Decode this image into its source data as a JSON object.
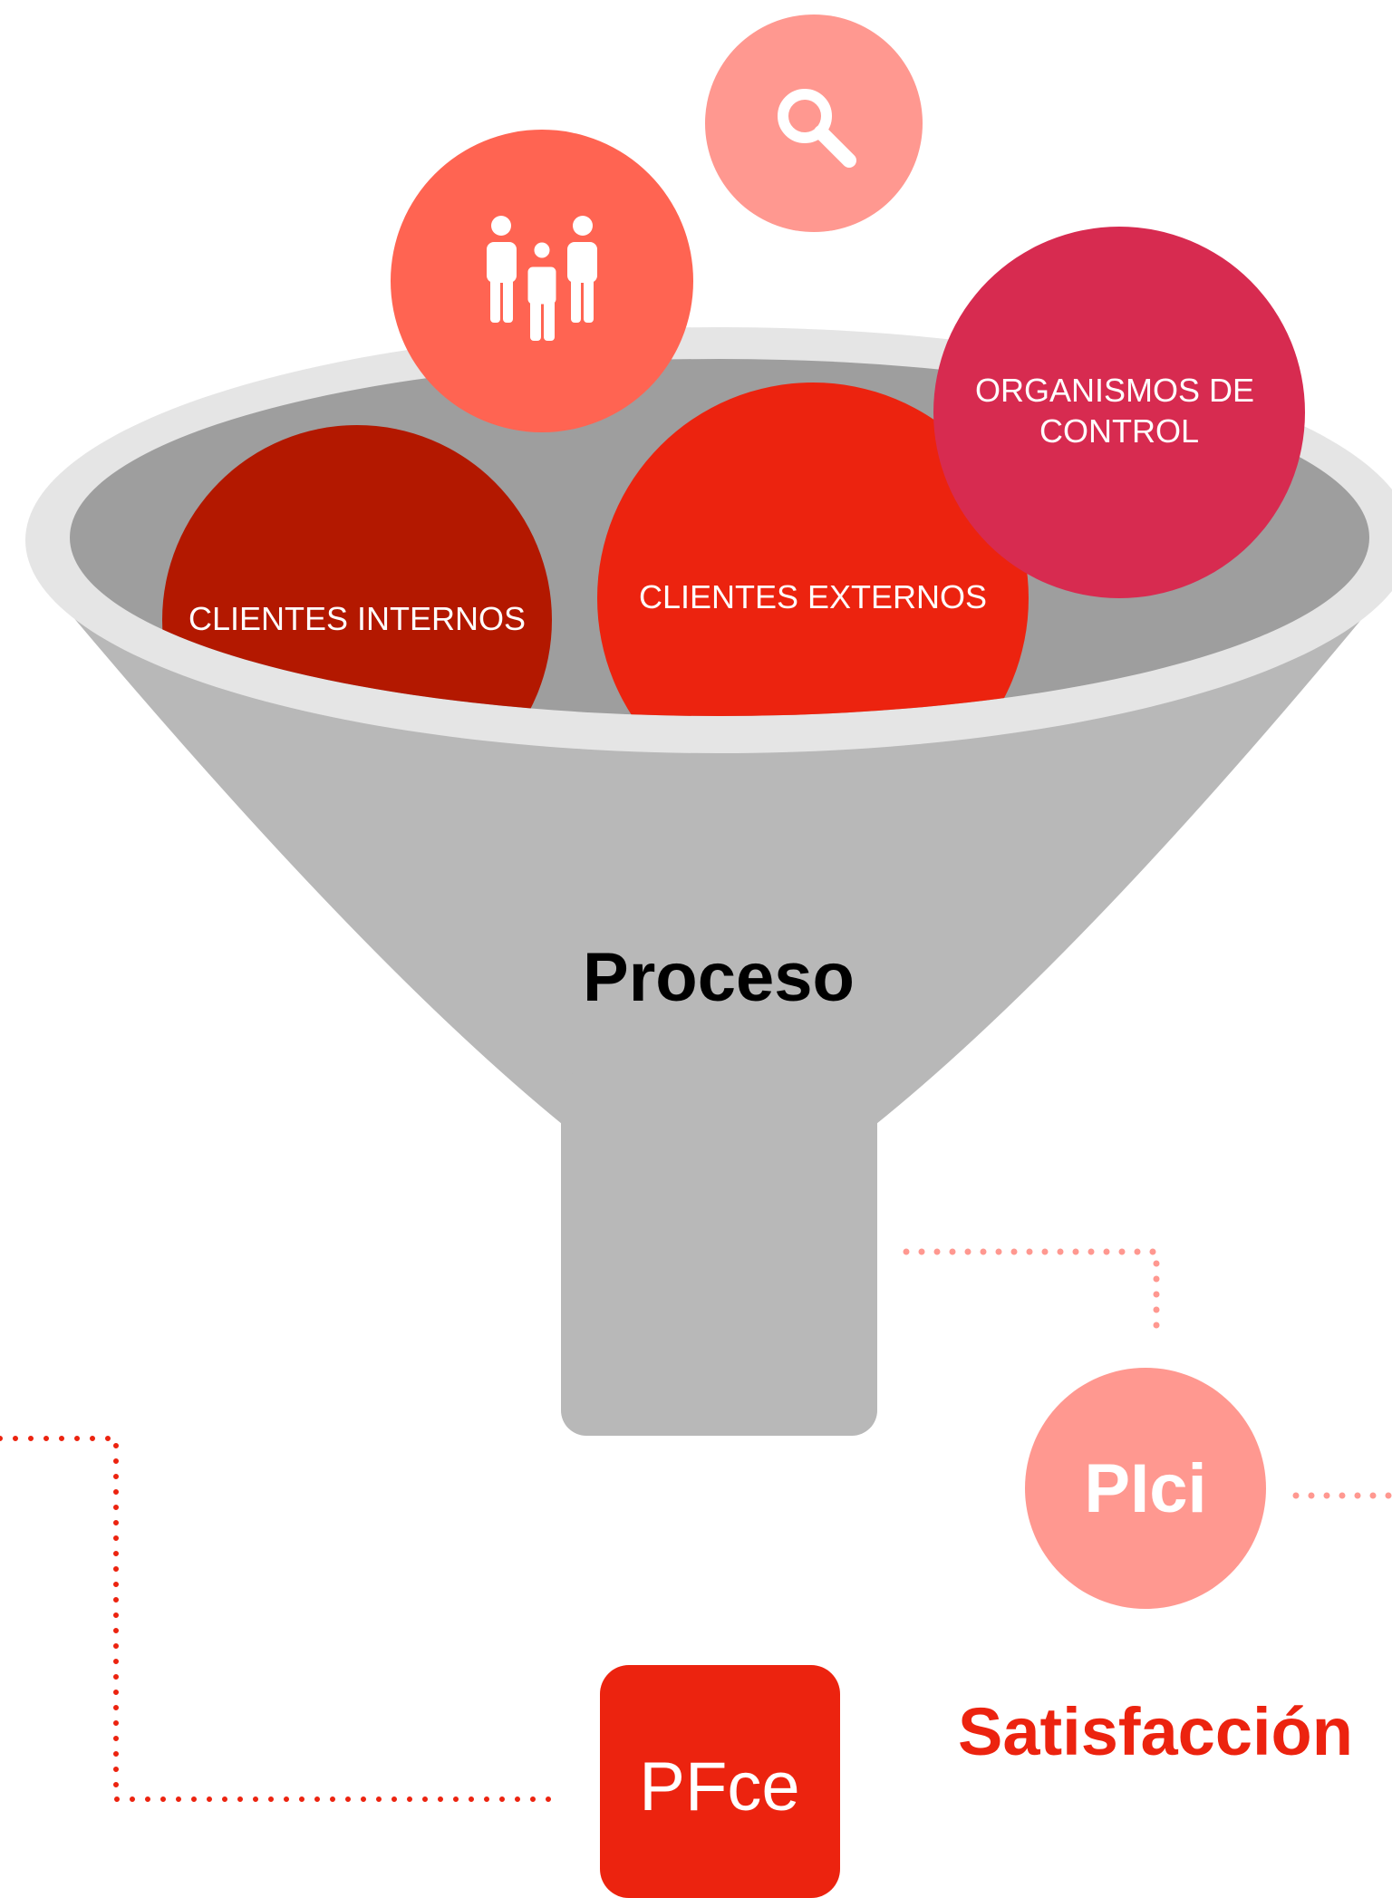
{
  "diagram": {
    "funnel": {
      "label": "Proceso"
    },
    "inputs": {
      "internal_clients": "CLIENTES INTERNOS",
      "external_clients": "CLIENTES EXTERNOS",
      "control_bodies": [
        "ORGANISMOS DE",
        "CONTROL"
      ]
    },
    "icons": {
      "people": "people-group-icon",
      "search": "magnifier-icon"
    },
    "outputs": {
      "plci": "PIci",
      "pfce": "PFce",
      "satisfaction": "Satisfacción"
    },
    "colors": {
      "funnel_body": "#b8b8b8",
      "funnel_rim": "#e5e5e5",
      "funnel_inner": "#9e9e9e",
      "internal_clients": "#b31800",
      "external_clients": "#ec230f",
      "control_bodies": "#d72b50",
      "people_circle": "#ff6452",
      "search_circle": "#ff9890",
      "plci_circle": "#ff9890",
      "pfce_box": "#ec230f",
      "satisfaction_text": "#ec230f"
    }
  }
}
